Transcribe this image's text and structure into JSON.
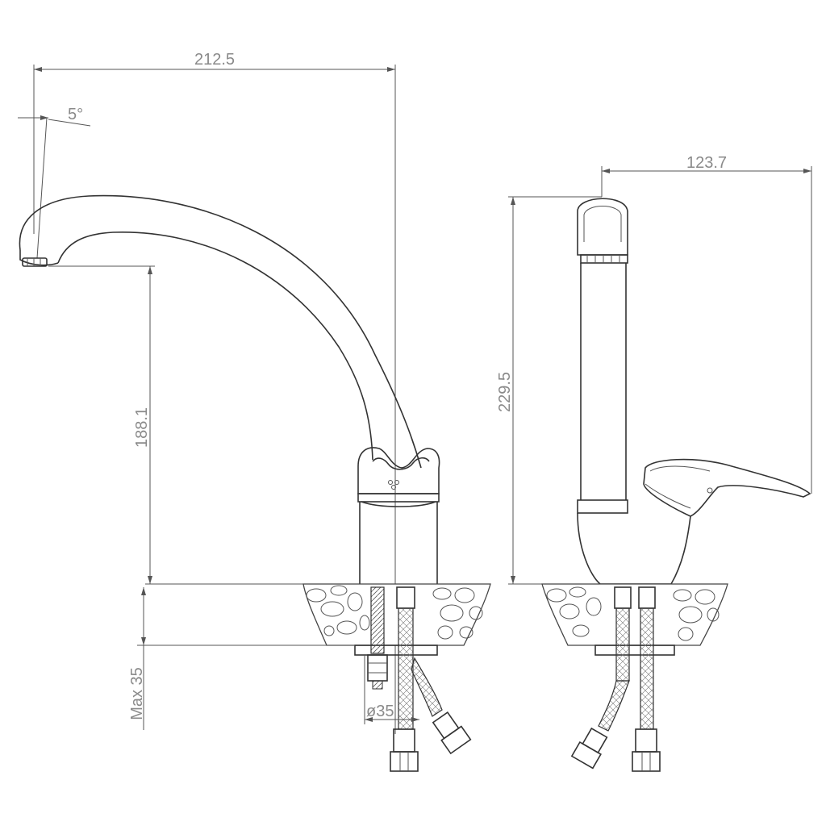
{
  "dimensions": {
    "spout_reach": "212.5",
    "spout_angle": "5°",
    "spout_height": "188.1",
    "total_height": "229.5",
    "side_depth": "123.7",
    "max_thickness": "Max 35",
    "hole_diameter": "ø35"
  },
  "colors": {
    "line": "#333333",
    "dimension_text": "#8a8a8a",
    "background": "#ffffff"
  }
}
